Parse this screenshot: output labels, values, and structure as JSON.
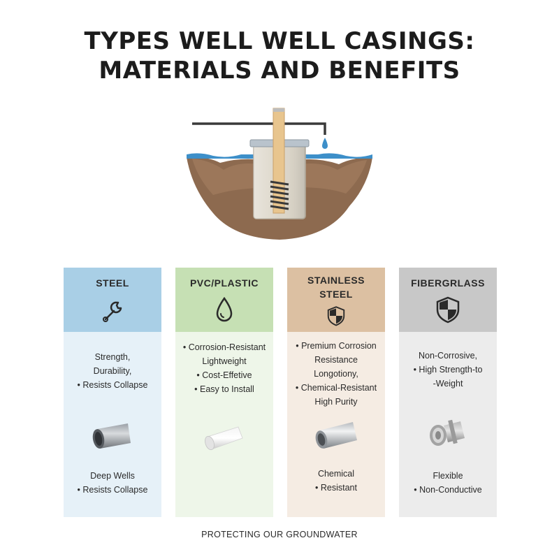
{
  "title": {
    "line1": "TYPES WELL WELL CASINGS:",
    "line2": "MATERIALS AND BENEFITS"
  },
  "hero": {
    "illustration": "well-casing-cross-section"
  },
  "columns": [
    {
      "name_lines": [
        "STEEL"
      ],
      "icon": "wrench-icon",
      "header_color": "#a9cfe6",
      "body_color": "#e6f1f8",
      "benefits": [
        "Strength,",
        "Durability,",
        "• Resists Collapse"
      ],
      "uses": [
        "Deep Wells",
        "• Resists Collapse"
      ]
    },
    {
      "name_lines": [
        "PVC/PLASTIC"
      ],
      "icon": "water-drop-icon",
      "header_color": "#c6e0b4",
      "body_color": "#eef6e9",
      "benefits": [
        "• Corrosion-Resistant",
        "Lightweight",
        "• Cost-Effetive",
        "• Easy to Install"
      ],
      "uses": []
    },
    {
      "name_lines": [
        "STAINLESS",
        "STEEL"
      ],
      "icon": "shield-icon",
      "header_color": "#dcc0a2",
      "body_color": "#f5ece3",
      "benefits": [
        "• Premium Corrosion",
        "Resistance",
        "Longotiony,",
        "• Chemical-Resistant",
        "High Purity"
      ],
      "uses": [
        "Chemical",
        "• Resistant"
      ]
    },
    {
      "name_lines": [
        "FIBERGRLASS"
      ],
      "icon": "shield-icon",
      "header_color": "#c8c8c8",
      "body_color": "#ececec",
      "benefits": [
        "Non-Corrosive,",
        "• High Strength-to",
        "-Weight"
      ],
      "uses": [
        "Flexible",
        "• Non-Conductive"
      ]
    }
  ],
  "footer": "PROTECTING OUR GROUNDWATER"
}
